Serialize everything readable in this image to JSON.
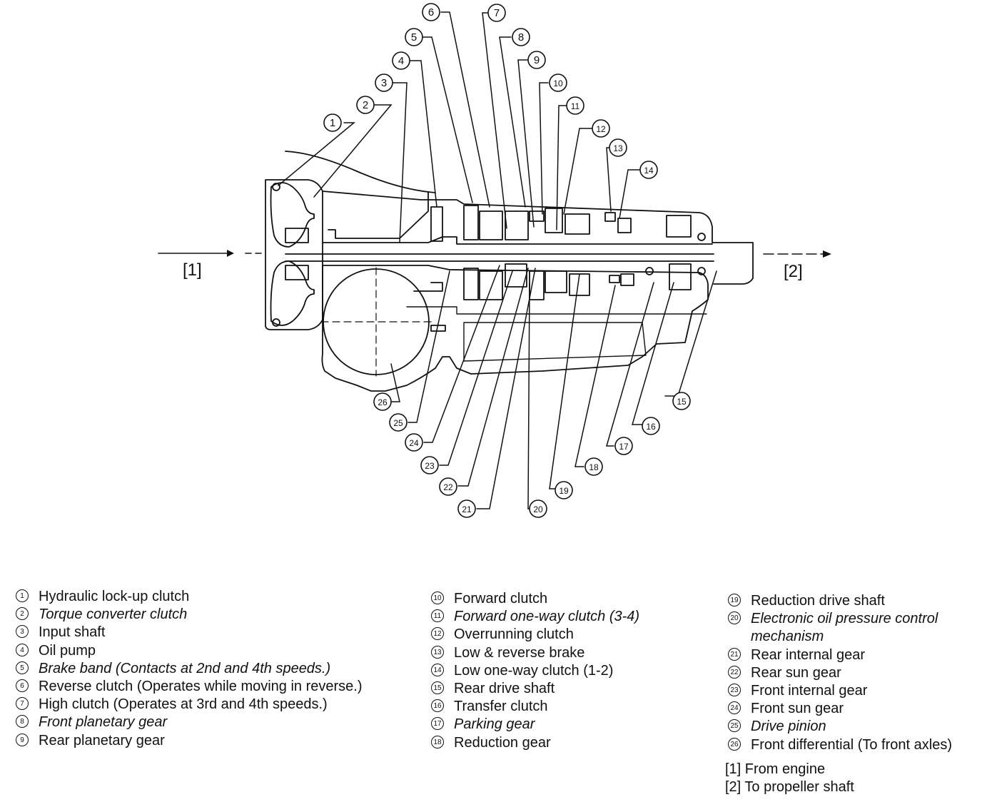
{
  "diagram": {
    "end_labels": {
      "left": "[1]",
      "right": "[2]"
    },
    "callouts": [
      "1",
      "2",
      "3",
      "4",
      "5",
      "6",
      "7",
      "8",
      "9",
      "10",
      "11",
      "12",
      "13",
      "14",
      "15",
      "16",
      "17",
      "18",
      "19",
      "20",
      "21",
      "22",
      "23",
      "24",
      "25",
      "26"
    ]
  },
  "legend": {
    "col1": [
      {
        "num": "1",
        "text": "Hydraulic lock-up clutch",
        "italic": false
      },
      {
        "num": "2",
        "text": "Torque converter clutch",
        "italic": true
      },
      {
        "num": "3",
        "text": "Input shaft",
        "italic": false
      },
      {
        "num": "4",
        "text": "Oil pump",
        "italic": false
      },
      {
        "num": "5",
        "text": "Brake band (Contacts at 2nd and 4th speeds.)",
        "italic": true
      },
      {
        "num": "6",
        "text": "Reverse clutch (Operates while moving in reverse.)",
        "italic": false
      },
      {
        "num": "7",
        "text": "High clutch (Operates at 3rd and 4th speeds.)",
        "italic": false
      },
      {
        "num": "8",
        "text": "Front planetary gear",
        "italic": true
      },
      {
        "num": "9",
        "text": "Rear planetary gear",
        "italic": false
      }
    ],
    "col2": [
      {
        "num": "10",
        "text": "Forward clutch",
        "italic": false
      },
      {
        "num": "11",
        "text": "Forward one-way clutch (3-4)",
        "italic": true
      },
      {
        "num": "12",
        "text": "Overrunning clutch",
        "italic": false
      },
      {
        "num": "13",
        "text": "Low & reverse brake",
        "italic": false
      },
      {
        "num": "14",
        "text": "Low one-way clutch (1-2)",
        "italic": false
      },
      {
        "num": "15",
        "text": "Rear drive shaft",
        "italic": false
      },
      {
        "num": "16",
        "text": "Transfer clutch",
        "italic": false
      },
      {
        "num": "17",
        "text": "Parking gear",
        "italic": true
      },
      {
        "num": "18",
        "text": "Reduction gear",
        "italic": false
      }
    ],
    "col3": [
      {
        "num": "19",
        "text": "Reduction drive shaft",
        "italic": false
      },
      {
        "num": "20",
        "text": "Electronic oil pressure control\nmechanism",
        "italic": true
      },
      {
        "num": "21",
        "text": "Rear internal gear",
        "italic": false
      },
      {
        "num": "22",
        "text": "Rear sun gear",
        "italic": false
      },
      {
        "num": "23",
        "text": "Front internal gear",
        "italic": false
      },
      {
        "num": "24",
        "text": "Front sun gear",
        "italic": false
      },
      {
        "num": "25",
        "text": "Drive pinion",
        "italic": true
      },
      {
        "num": "26",
        "text": "Front differential (To front axles)",
        "italic": false
      }
    ],
    "notes": [
      "[1] From engine",
      "[2] To propeller shaft"
    ]
  }
}
